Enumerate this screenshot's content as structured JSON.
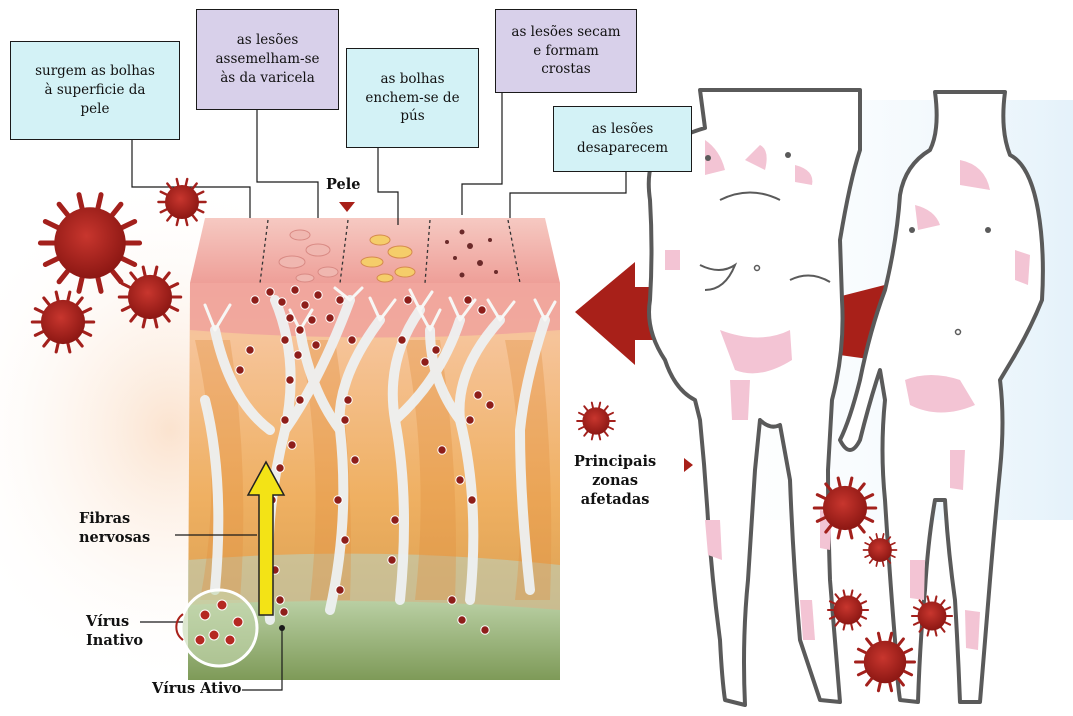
{
  "callouts": {
    "c1": "surgem as bolhas\nà superficie da\npele",
    "c2": "as lesões\nassemelham-se\nàs da varicela",
    "c3": "as bolhas\nenchem-se de\npús",
    "c4": "as lesões secam\ne formam\ncrostas",
    "c5": "as lesões\ndesaparecem"
  },
  "labels": {
    "pele": "Pele",
    "fibras": "Fibras\nnervosas",
    "virus_inativo": "Vírus\nInativo",
    "virus_ativo": "Vírus Ativo",
    "zonas": "Principais\nzonas\nafetadas"
  },
  "colors": {
    "virus": "#a3201c",
    "arrow": "#a82019",
    "cyan_box": "#d3f2f6",
    "lavender_box": "#d8d0ea",
    "affected_zone": "#f3c4d4"
  }
}
